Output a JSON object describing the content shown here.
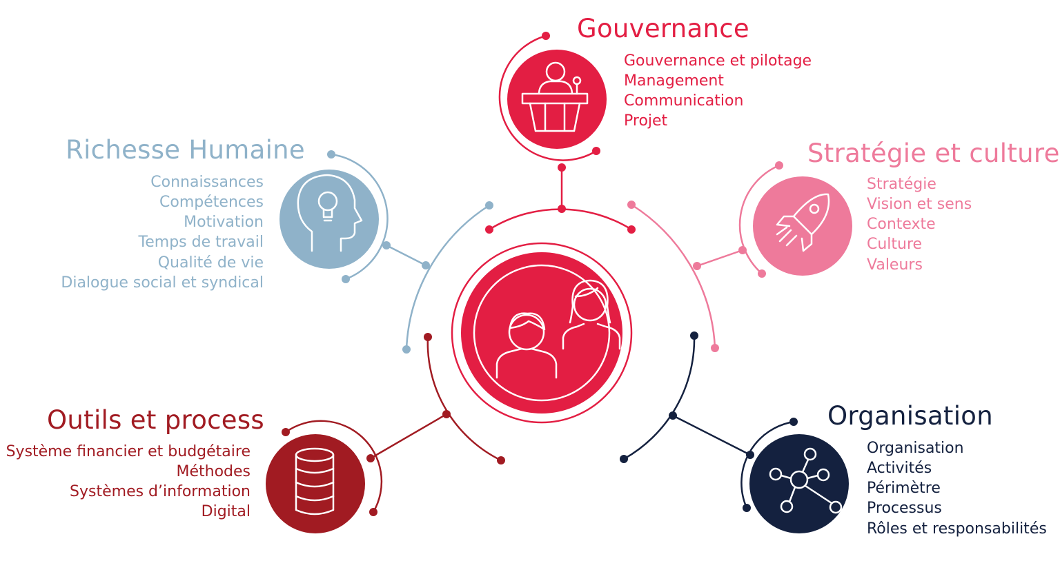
{
  "colors": {
    "gouvernance": "#e31e43",
    "richesse": "#8fb2c9",
    "strategie": "#ee7a9b",
    "outils": "#a11b22",
    "organisation": "#14213f",
    "white": "#ffffff"
  },
  "gouvernance": {
    "title": "Gouvernance",
    "icon": "speaker-podium-icon",
    "items": [
      "Gouvernance et pilotage",
      "Management",
      "Communication",
      "Projet"
    ]
  },
  "richesse": {
    "title": "Richesse Humaine",
    "icon": "head-lightbulb-icon",
    "items": [
      "Connaissances",
      "Compétences",
      "Motivation",
      "Temps de travail",
      "Qualité de vie",
      "Dialogue social et syndical"
    ]
  },
  "strategie": {
    "title": "Stratégie et culture",
    "icon": "rocket-icon",
    "items": [
      "Stratégie",
      "Vision et sens",
      "Contexte",
      "Culture",
      "Valeurs"
    ]
  },
  "outils": {
    "title": "Outils et process",
    "icon": "database-icon",
    "items": [
      "Système financier et budgétaire",
      "Méthodes",
      "Systèmes d’information",
      "Digital"
    ]
  },
  "organisation": {
    "title": "Organisation",
    "icon": "network-icon",
    "items": [
      "Organisation",
      "Activités",
      "Périmètre",
      "Processus",
      "Rôles et responsabilités"
    ]
  },
  "center": {
    "icon": "two-people-icon"
  }
}
